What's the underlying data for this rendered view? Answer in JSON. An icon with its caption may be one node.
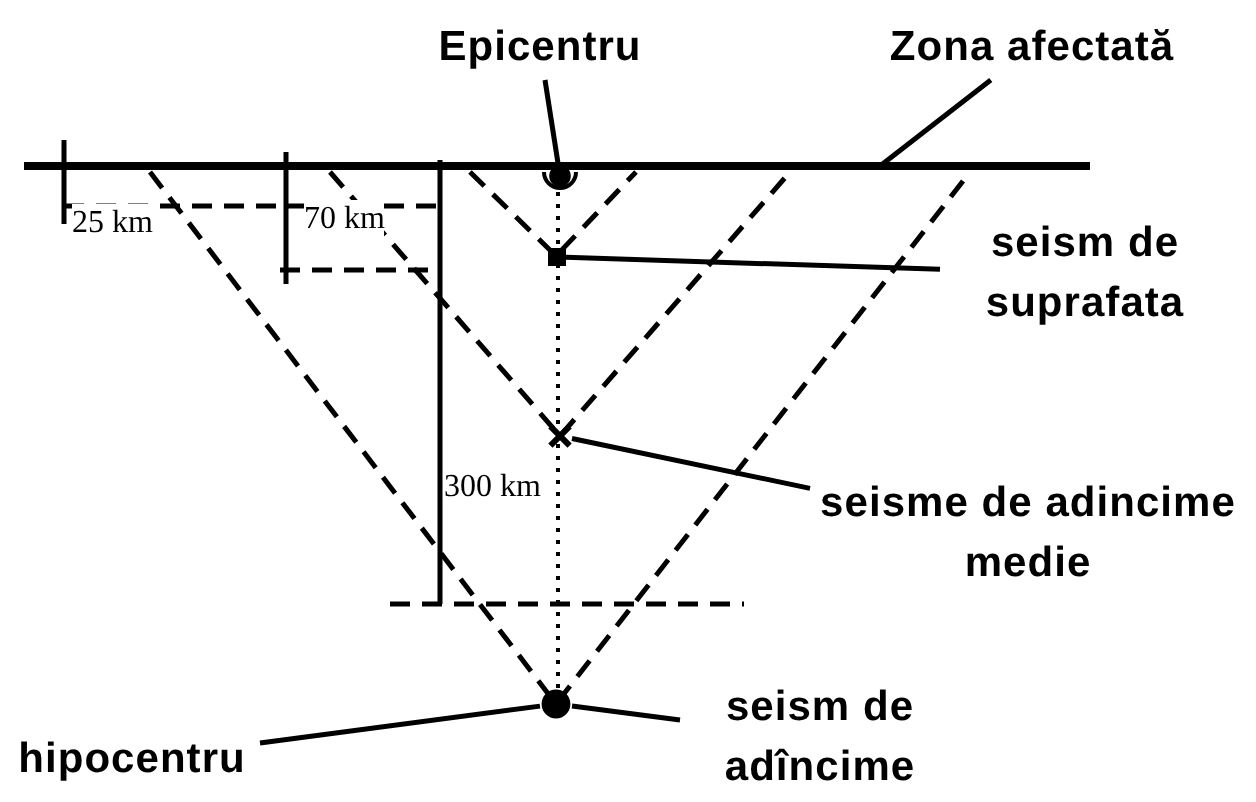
{
  "diagram": {
    "nodes": [
      {
        "text": [
          "Epicentru"
        ]
      },
      {
        "text": [
          "Zona afectată"
        ]
      },
      {
        "text": [
          "seism de suprafata"
        ]
      },
      {
        "text": [
          "seisme de adincime medie"
        ]
      },
      {
        "text": [
          "hipocentru"
        ]
      },
      {
        "text": [
          "seism de adîncime"
        ]
      },
      {
        "text": [],
        "shape": "circle"
      },
      {
        "text": [],
        "shape": "box"
      },
      {
        "text": [],
        "shape": "cross"
      },
      {
        "text": [],
        "shape": "circle"
      }
    ],
    "edges": [
      {
        "from": 0,
        "to": 6,
        "arrow": "none"
      },
      {
        "from": 1,
        "to": null,
        "arrow": "none"
      },
      {
        "from": 2,
        "to": 7,
        "arrow": "none"
      },
      {
        "from": 3,
        "to": 8,
        "arrow": "none"
      },
      {
        "from": 4,
        "to": 9,
        "arrow": "none"
      },
      {
        "from": 5,
        "to": 9,
        "arrow": "none"
      }
    ],
    "labels": [
      "25 km",
      "70 km",
      "300 km"
    ]
  }
}
